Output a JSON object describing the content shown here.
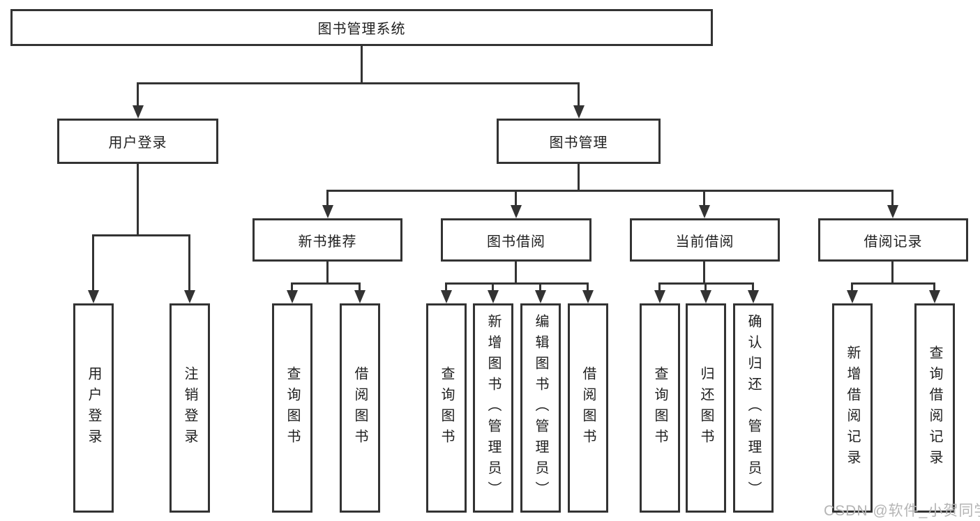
{
  "diagram": {
    "title": "图书管理系统",
    "colors": {
      "line": "#333333",
      "box_border": "#333333",
      "text": "#1f1f1f",
      "background": "#ffffff",
      "watermark": "#b5b5b5"
    },
    "nodes": {
      "root": "图书管理系统",
      "user_login": "用户登录",
      "book_mgmt": "图书管理",
      "new_book_rec": "新书推荐",
      "book_borrow": "图书借阅",
      "current_borrow": "当前借阅",
      "borrow_record": "借阅记录",
      "ul_user_login": "用户登录",
      "ul_logout": "注销登录",
      "nb_query_book": "查询图书",
      "nb_borrow_book": "借阅图书",
      "bb_query_book": "查询图书",
      "bb_add_book": "新增图书（管理员）",
      "bb_edit_book": "编辑图书（管理员）",
      "bb_borrow_book": "借阅图书",
      "cb_query_book": "查询图书",
      "cb_return_book": "归还图书",
      "cb_confirm_return": "确认归还（管理员）",
      "br_add_record": "新增借阅记录",
      "br_query_record": "查询借阅记录"
    },
    "watermark": "CSDN @软件_小贺同学"
  }
}
